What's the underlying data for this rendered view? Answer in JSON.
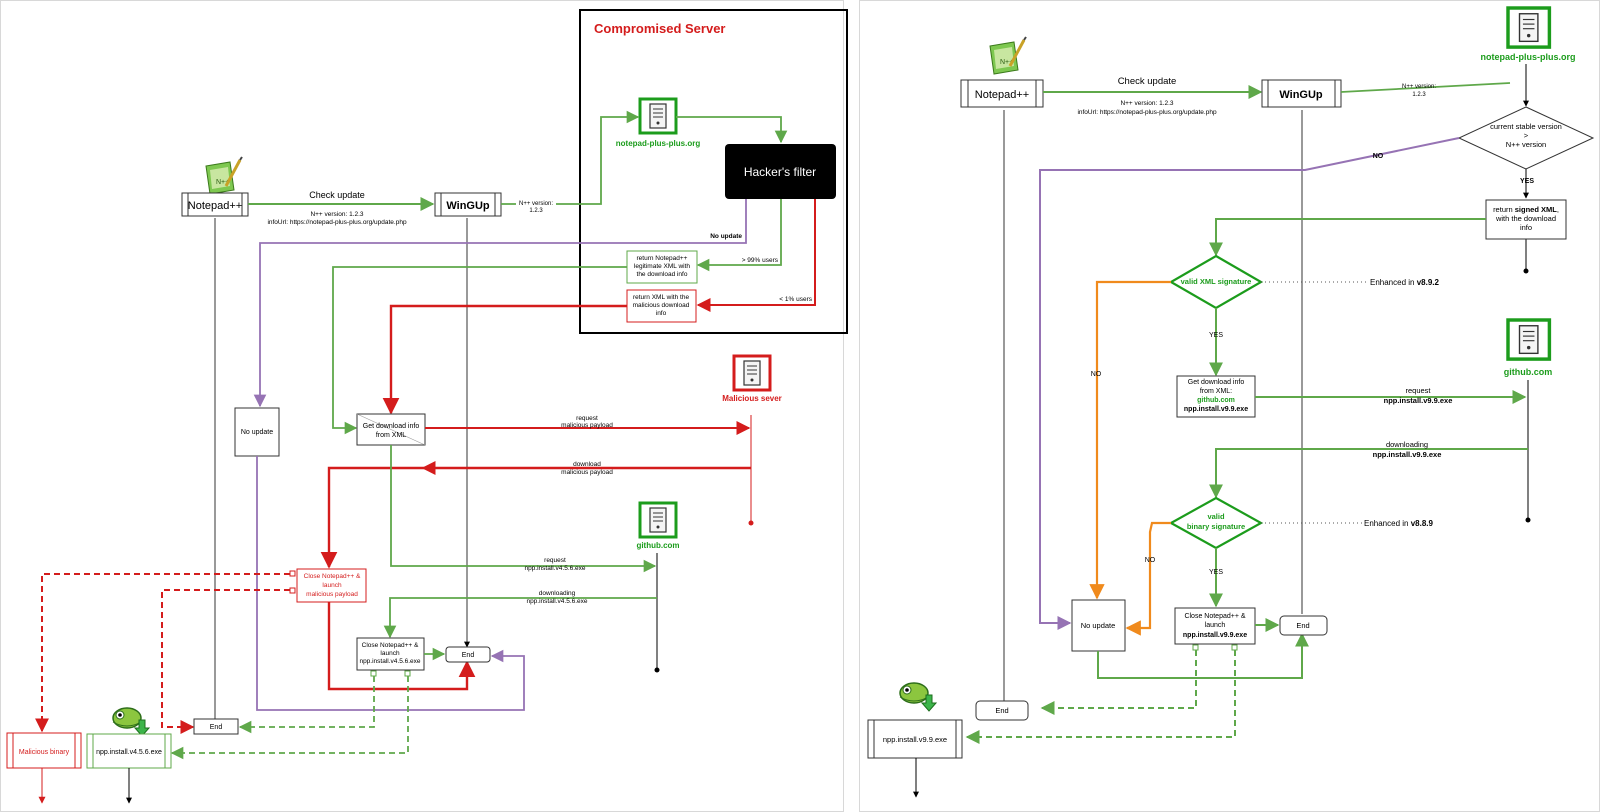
{
  "left": {
    "server_title": "Compromised Server",
    "notepad_label": "Notepad++",
    "check_update": "Check update",
    "wingup_label": "WinGUp",
    "npp_version_line1": "N++ version: 1.2.3",
    "npp_version_line2": "infoUrl: https://notepad-plus-plus.org/update.php",
    "wingup_version": [
      "N++ version:",
      "1.2.3"
    ],
    "server_name": "notepad-plus-plus.org",
    "hacker_filter": "Hacker's filter",
    "no_update_edge": "No update",
    "legit_box": [
      "return Notepad++",
      "legitimate XML with",
      "the download info"
    ],
    "pct99": "> 99% users",
    "malicious_xml_box": [
      "return XML with the",
      "malicious download",
      "info"
    ],
    "pct1": "< 1% users",
    "malicious_server": "Malicious sever",
    "no_update_box": "No update",
    "get_download": [
      "Get download info",
      "from XML"
    ],
    "request_mal": [
      "request",
      "malicious payload"
    ],
    "download_mal": [
      "download",
      "malicious payload"
    ],
    "close_mal": [
      "Close Notepad++ &",
      "launch",
      "malicious payload"
    ],
    "github": "github.com",
    "request_npp": [
      "request",
      "npp.install.v4.5.6.exe"
    ],
    "downloading_npp": [
      "downloading",
      "npp.install.v4.5.6.exe"
    ],
    "close_npp": [
      "Close Notepad++ &",
      "launch",
      "npp.install.v4.5.6.exe"
    ],
    "end1": "End",
    "end2": "End",
    "malicious_binary": "Malicious binary",
    "npp_exe": "npp.install.v4.5.6.exe"
  },
  "right": {
    "notepad_label": "Notepad++",
    "check_update": "Check update",
    "wingup_label": "WinGUp",
    "npp_version_line1": "N++ version: 1.2.3",
    "npp_version_line2": "infoUrl: https://notepad-plus-plus.org/update.php",
    "wingup_version": [
      "N++ version:",
      "1.2.3"
    ],
    "server_name": "notepad-plus-plus.org",
    "decision": [
      "current stable version",
      ">",
      "N++ version"
    ],
    "no_label": "NO",
    "yes_label": "YES",
    "signed_box": [
      "return ",
      "signed XML",
      ",",
      "with the download",
      "info"
    ],
    "valid_xml": "valid XML signature",
    "enhanced_1_prefix": "Enhanced in ",
    "enhanced_1_version": "v8.9.2",
    "no2": "NO",
    "yes2": "YES",
    "get_download": [
      "Get download info",
      "from XML:",
      "github.com",
      "npp.install.v9.9.exe"
    ],
    "github": "github.com",
    "request": [
      "request",
      "npp.install.v9.9.exe"
    ],
    "downloading": [
      "downloading",
      "npp.install.v9.9.exe"
    ],
    "valid_binary": [
      "valid",
      "binary signature"
    ],
    "enhanced_2_prefix": "Enhanced in ",
    "enhanced_2_version": "v8.8.9",
    "no3": "NO",
    "yes3": "YES",
    "no_update_box": "No update",
    "close_npp": [
      "Close Notepad++ &",
      "launch",
      "npp.install.v9.9.exe"
    ],
    "end_right": "End",
    "end_left": "End",
    "npp_exe": "npp.install.v9.9.exe"
  },
  "colors": {
    "green": "#5fa84a",
    "dark_green": "#1c9c1c",
    "red": "#d41c1c",
    "purple": "#9673b4",
    "orange": "#f08a1c",
    "black": "#000000"
  }
}
